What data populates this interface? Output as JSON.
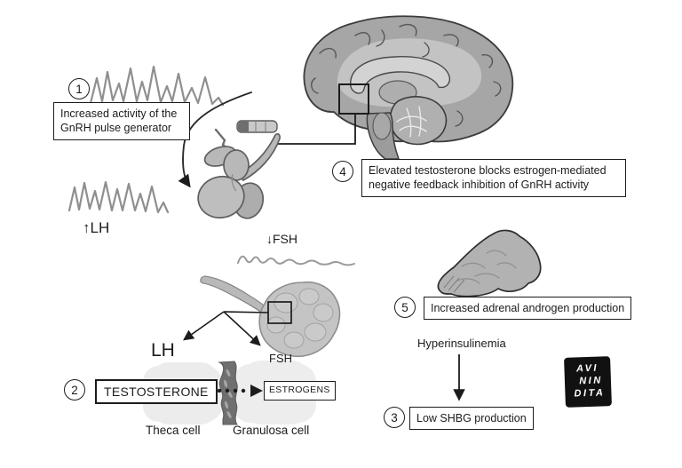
{
  "diagram": {
    "steps": [
      {
        "number": "1",
        "label": "Increased activity of the GnRH pulse generator"
      },
      {
        "number": "2",
        "label": "TESTOSTERONE"
      },
      {
        "number": "3",
        "label": "Low SHBG production"
      },
      {
        "number": "4",
        "label": "Elevated testosterone blocks estrogen-mediated negative feedback inhibition of GnRH activity"
      },
      {
        "number": "5",
        "label": "Increased adrenal androgen production"
      }
    ],
    "hormones": {
      "lh_increase": "↑LH",
      "fsh_decrease": "↓FSH",
      "lh": "LH",
      "fsh": "FSH",
      "estrogens": "ESTROGENS"
    },
    "cells": {
      "theca": "Theca cell",
      "granulosa": "Granulosa cell"
    },
    "other_labels": {
      "hyperinsulinemia": "Hyperinsulinemia"
    },
    "signature": {
      "lines": [
        "AVI",
        "NIN",
        "DITA"
      ]
    },
    "illustrations": [
      "gnrh-pulse-wave",
      "brain",
      "pituitary-gland",
      "capsule-marker",
      "lh-pulse-wave",
      "fsh-wave",
      "ovary",
      "theca-granulosa-cells",
      "adrenal-gland"
    ],
    "colors": {
      "ink": "#1c1c1c",
      "wave_gray": "#8f8f8f",
      "organ_gray": "#b5b5b5",
      "organ_outline": "#5f5f5f",
      "cell_fill": "#ececec",
      "membrane_gray": "#686868",
      "logo_bg": "#111111"
    }
  }
}
